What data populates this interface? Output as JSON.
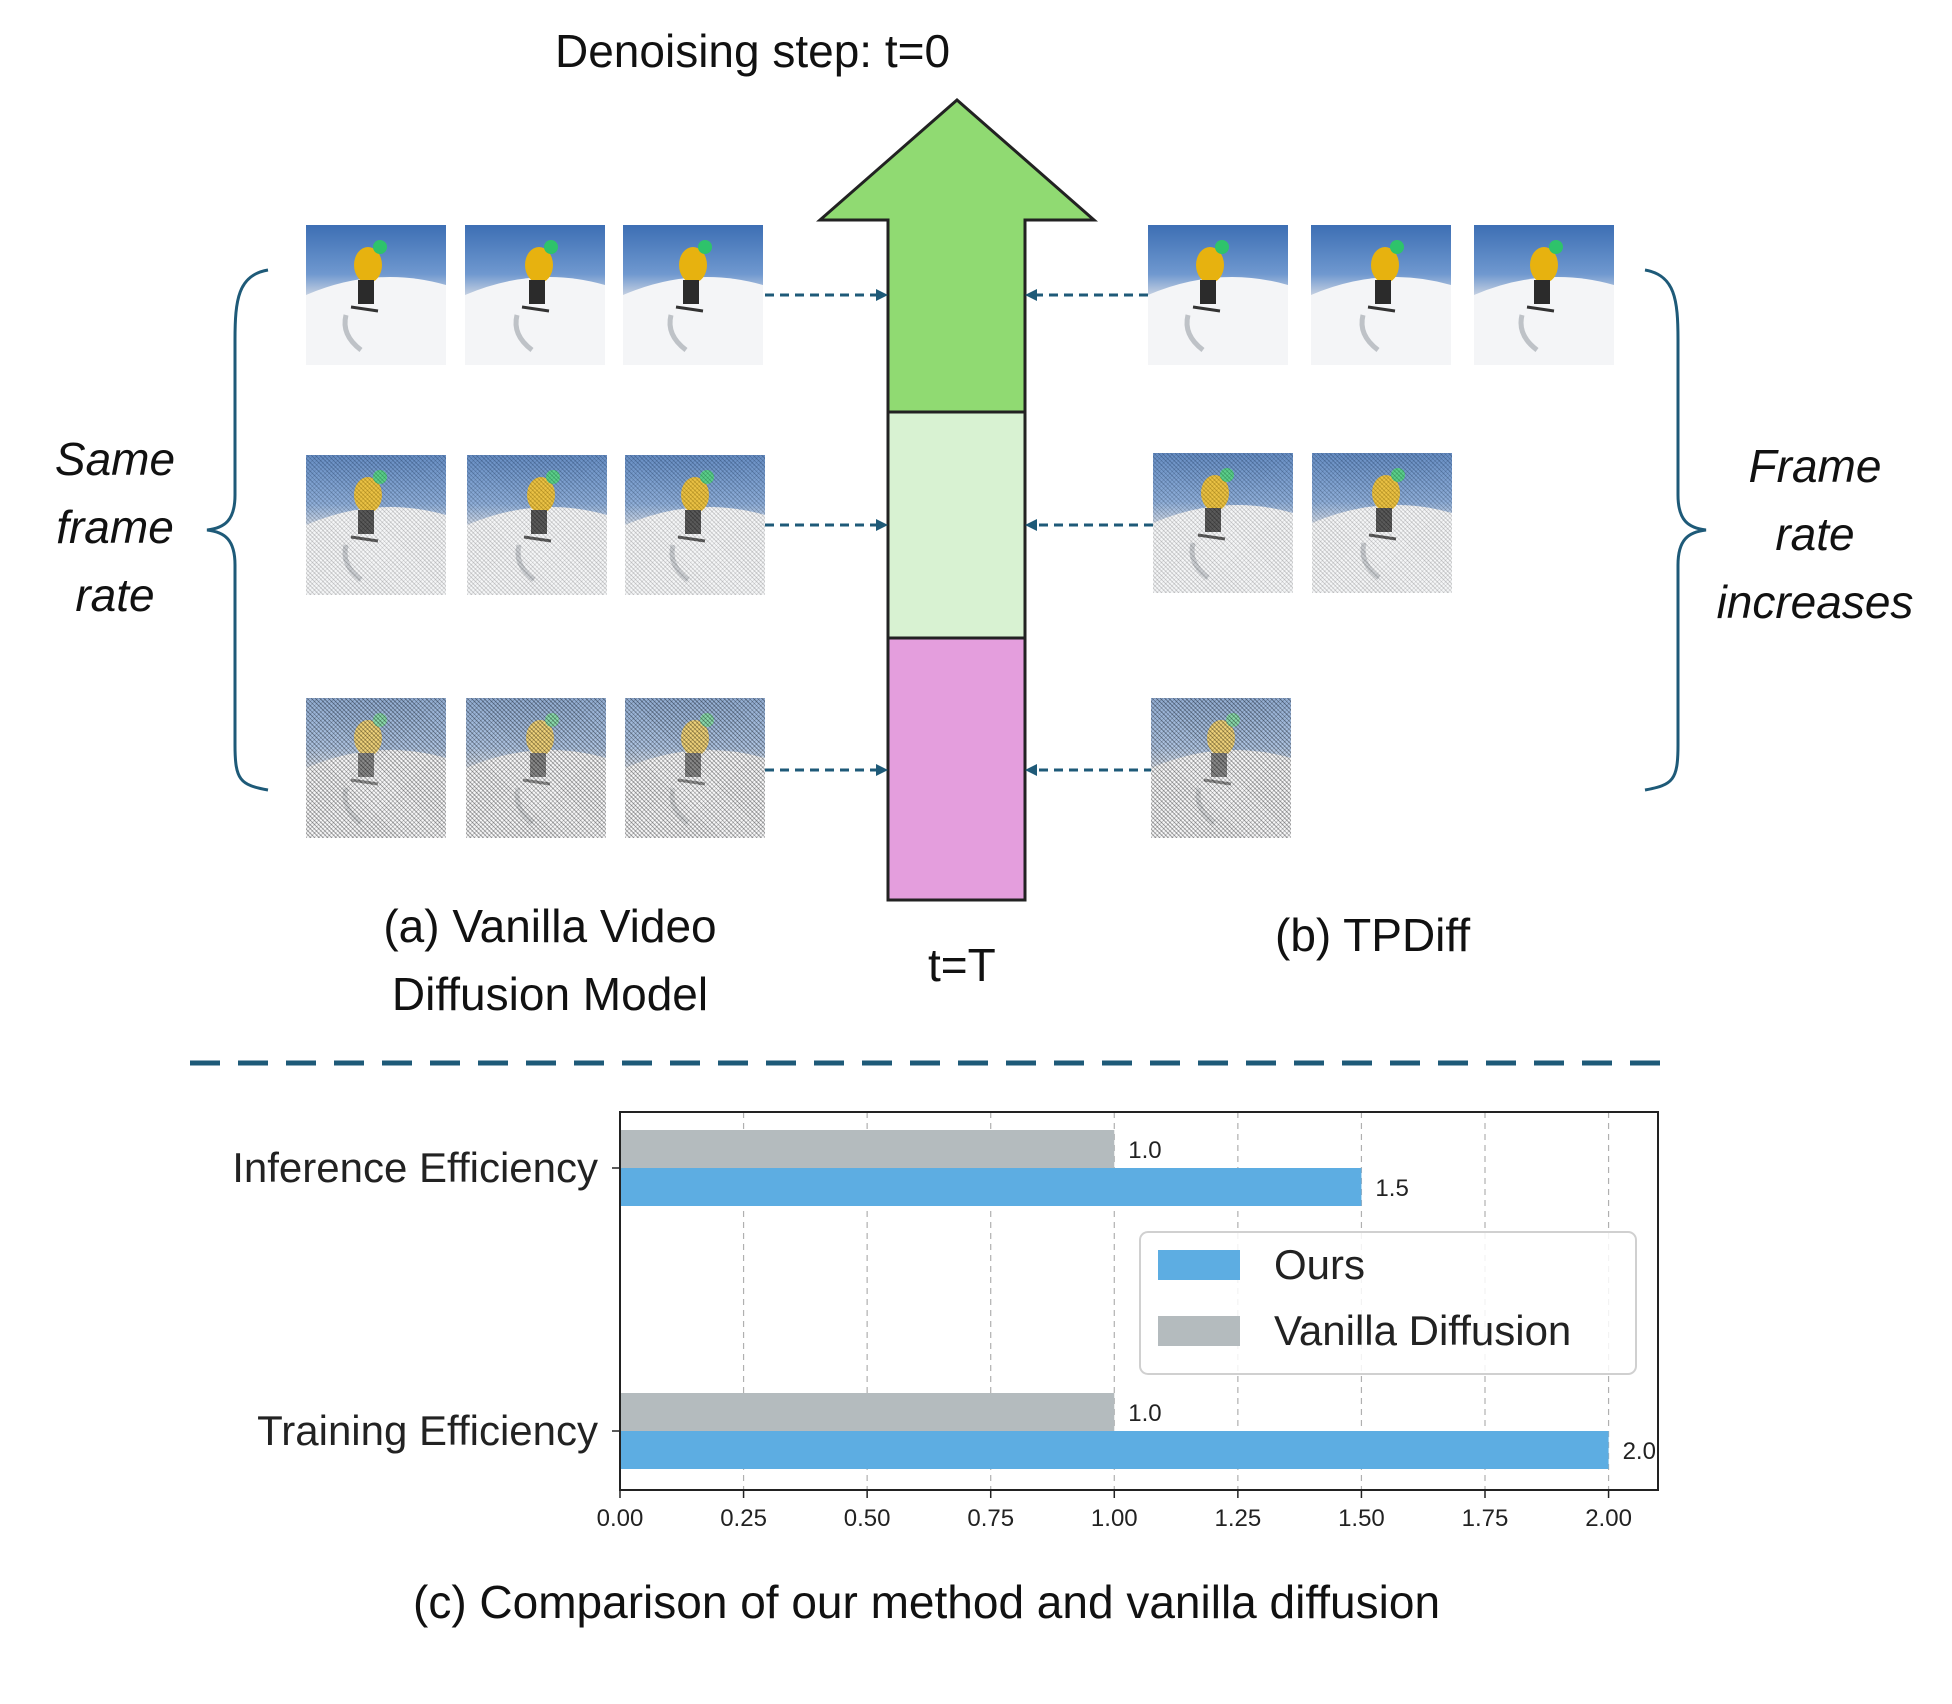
{
  "diagram": {
    "top_label_prefix": "Denoising step:",
    "top_label_value": "t=0",
    "bottom_label": "t=T",
    "left_brace_label": [
      "Same",
      "frame",
      "rate"
    ],
    "right_brace_label": [
      "Frame",
      "rate",
      "increases"
    ],
    "caption_a_line1": "(a) Vanilla Video",
    "caption_a_line2": "Diffusion Model",
    "caption_b": "(b) TPDiff",
    "caption_c": "(c) Comparison of our method and vanilla diffusion",
    "colors": {
      "arrow_top": "#90da72",
      "arrow_mid": "#d8f2d2",
      "arrow_bottom": "#e49edd",
      "dashed": "#1e5a78",
      "brace": "#1e5a78"
    }
  },
  "chart_data": {
    "type": "bar",
    "orientation": "horizontal",
    "categories": [
      "Inference Efficiency",
      "Training Efficiency"
    ],
    "series": [
      {
        "name": "Ours",
        "values": [
          1.5,
          2.0
        ],
        "color": "#5dade2"
      },
      {
        "name": "Vanilla Diffusion",
        "values": [
          1.0,
          1.0
        ],
        "color": "#b4bbbe"
      }
    ],
    "data_labels": {
      "Ours": [
        "1.5",
        "2.0"
      ],
      "Vanilla Diffusion": [
        "1.0",
        "1.0"
      ]
    },
    "xlim": [
      0,
      2.1
    ],
    "xticks": [
      "0.00",
      "0.25",
      "0.50",
      "0.75",
      "1.00",
      "1.25",
      "1.50",
      "1.75",
      "2.00"
    ],
    "grid": "vertical dashed",
    "legend_position": "center-right"
  }
}
